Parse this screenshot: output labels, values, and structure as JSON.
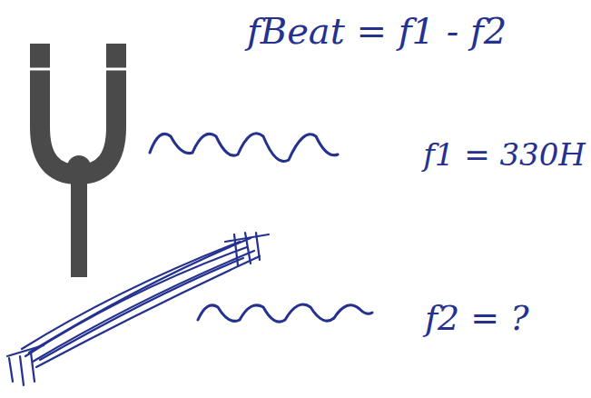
{
  "diagram": {
    "labels": [
      "fBeat = f1 - f2",
      "f1 = 330H",
      "f2 = ?"
    ]
  }
}
